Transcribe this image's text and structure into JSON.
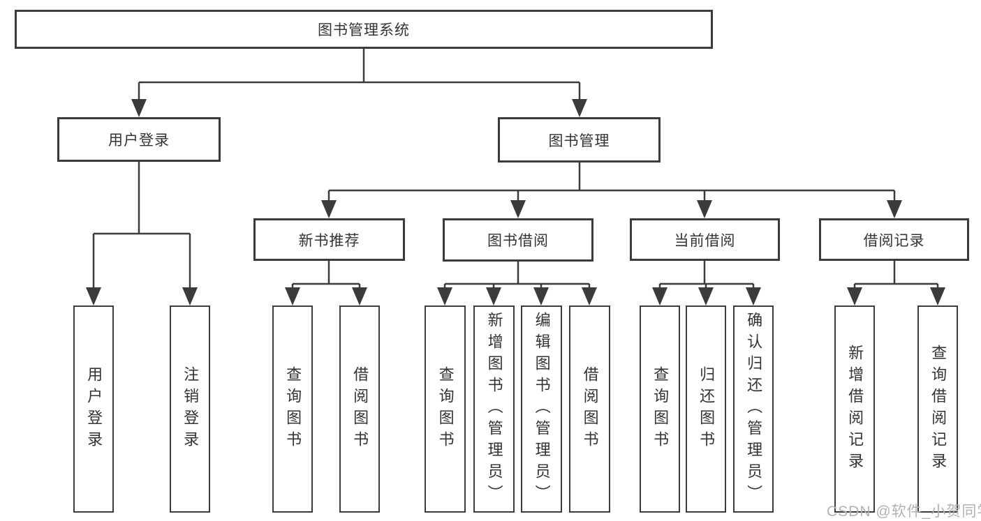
{
  "diagram": {
    "type": "hierarchy-tree",
    "line_color": "#3b3b3b",
    "box_fill": "#ffffff",
    "text_color": "#333333",
    "nodes": {
      "root": {
        "label": "图书管理系统"
      },
      "user_login": {
        "label": "用户登录",
        "children": [
          {
            "label": "用户登录"
          },
          {
            "label": "注销登录"
          }
        ]
      },
      "book_management": {
        "label": "图书管理",
        "children": [
          {
            "label": "新书推荐",
            "children": [
              {
                "label": "查询图书"
              },
              {
                "label": "借阅图书"
              }
            ]
          },
          {
            "label": "图书借阅",
            "children": [
              {
                "label": "查询图书"
              },
              {
                "label": "新增图书（管理员）"
              },
              {
                "label": "编辑图书（管理员）"
              },
              {
                "label": "借阅图书"
              }
            ]
          },
          {
            "label": "当前借阅",
            "children": [
              {
                "label": "查询图书"
              },
              {
                "label": "归还图书"
              },
              {
                "label": "确认归还（管理员）"
              }
            ]
          },
          {
            "label": "借阅记录",
            "children": [
              {
                "label": "新增借阅记录"
              },
              {
                "label": "查询借阅记录"
              }
            ]
          }
        ]
      }
    }
  },
  "watermark": {
    "text": "CSDN @软件_小贺同学"
  }
}
